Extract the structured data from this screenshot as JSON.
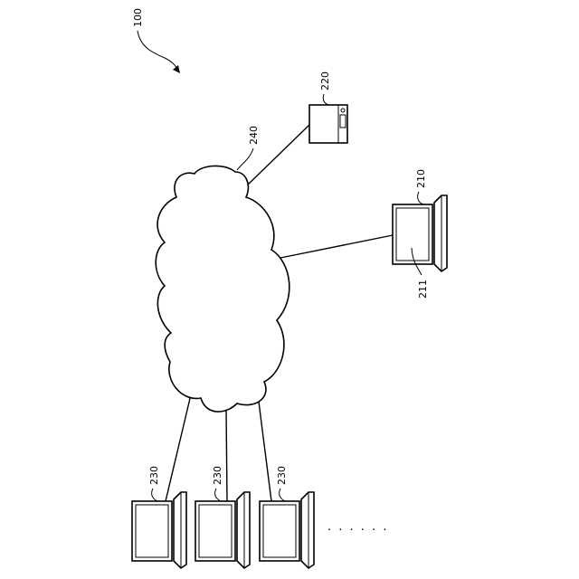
{
  "figure": {
    "system_ref": "100",
    "network_ref": "240",
    "server_ref": "220",
    "terminal_ref": "210",
    "screen_ref": "211",
    "client_refs": [
      "230",
      "230",
      "230"
    ],
    "ellipsis": "· · · · · ·"
  }
}
